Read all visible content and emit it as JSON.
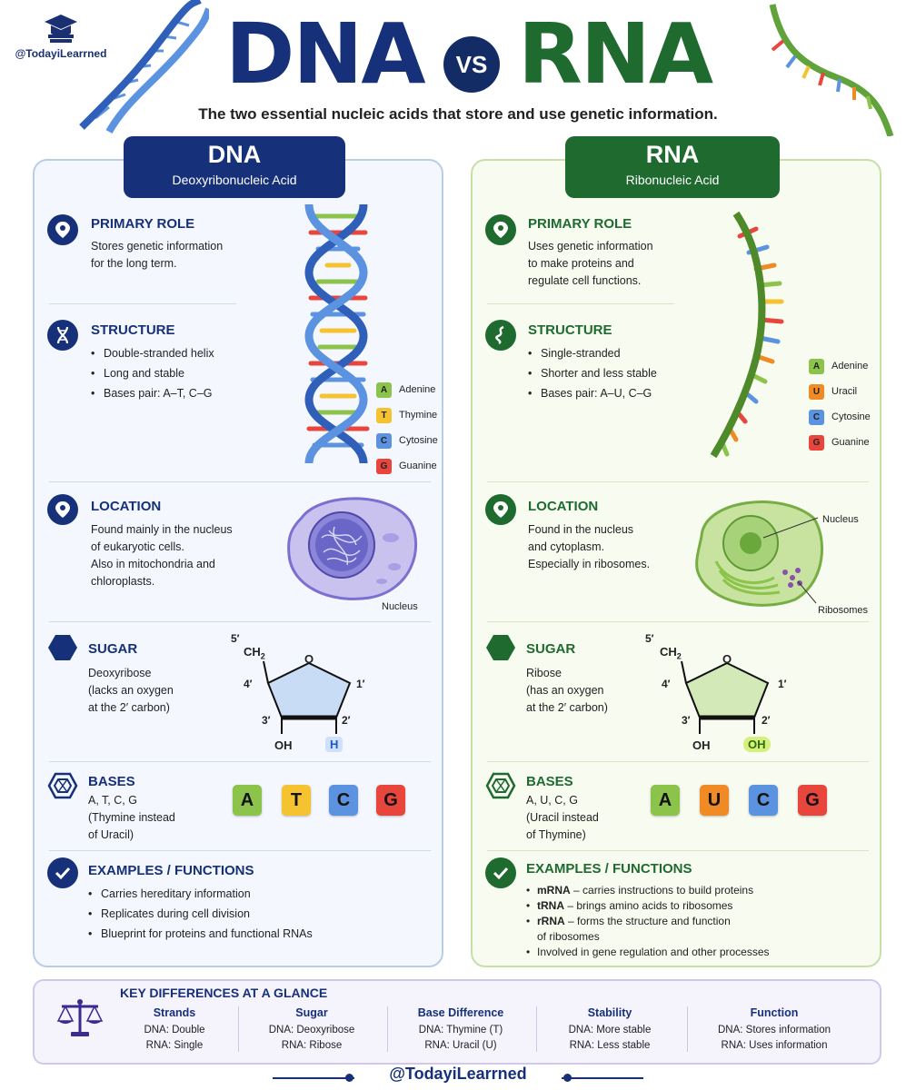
{
  "brand": {
    "handle": "@TodayiLearrned"
  },
  "header": {
    "title_left": "DNA",
    "vs": "VS",
    "title_right": "RNA",
    "subtitle": "The two essential nucleic acids that store and use genetic information."
  },
  "dna": {
    "title": "DNA",
    "subtitle": "Deoxyribonucleic Acid",
    "primary_role": {
      "heading": "PRIMARY ROLE",
      "text": [
        "Stores genetic information",
        "for the long term."
      ]
    },
    "structure": {
      "heading": "STRUCTURE",
      "bullets": [
        "Double-stranded helix",
        "Long and stable",
        "Bases pair: A–T, C–G"
      ]
    },
    "legend": [
      {
        "letter": "A",
        "name": "Adenine",
        "color": "#8cc34a"
      },
      {
        "letter": "T",
        "name": "Thymine",
        "color": "#f5c230"
      },
      {
        "letter": "C",
        "name": "Cytosine",
        "color": "#5b93e0"
      },
      {
        "letter": "G",
        "name": "Guanine",
        "color": "#e8453c"
      }
    ],
    "location": {
      "heading": "LOCATION",
      "text": [
        "Found mainly in the nucleus",
        "of eukaryotic cells.",
        "Also in mitochondria and",
        "chloroplasts."
      ],
      "cell_label": "Nucleus"
    },
    "sugar": {
      "heading": "SUGAR",
      "text": [
        "Deoxyribose",
        "(lacks an oxygen",
        "at the 2′ carbon)"
      ],
      "labels": {
        "c5": "5′",
        "ch2": "CH",
        "sub": "2",
        "o": "O",
        "c4": "4′",
        "c1": "1′",
        "c3": "3′",
        "c2": "2′",
        "oh": "OH",
        "h": "H"
      }
    },
    "bases": {
      "heading": "BASES",
      "text": [
        "A, T, C, G",
        "(Thymine instead",
        "of Uracil)"
      ],
      "tiles": [
        {
          "letter": "A",
          "color": "#8cc34a"
        },
        {
          "letter": "T",
          "color": "#f5c230"
        },
        {
          "letter": "C",
          "color": "#5b93e0"
        },
        {
          "letter": "G",
          "color": "#e8453c"
        }
      ]
    },
    "examples": {
      "heading": "EXAMPLES / FUNCTIONS",
      "bullets": [
        "Carries hereditary information",
        "Replicates during cell division",
        "Blueprint for proteins and functional RNAs"
      ]
    }
  },
  "rna": {
    "title": "RNA",
    "subtitle": "Ribonucleic Acid",
    "primary_role": {
      "heading": "PRIMARY ROLE",
      "text": [
        "Uses genetic information",
        "to make proteins and",
        "regulate cell functions."
      ]
    },
    "structure": {
      "heading": "STRUCTURE",
      "bullets": [
        "Single-stranded",
        "Shorter and less stable",
        "Bases pair: A–U, C–G"
      ]
    },
    "legend": [
      {
        "letter": "A",
        "name": "Adenine",
        "color": "#8cc34a"
      },
      {
        "letter": "U",
        "name": "Uracil",
        "color": "#f08a24"
      },
      {
        "letter": "C",
        "name": "Cytosine",
        "color": "#5b93e0"
      },
      {
        "letter": "G",
        "name": "Guanine",
        "color": "#e8453c"
      }
    ],
    "location": {
      "heading": "LOCATION",
      "text": [
        "Found in the nucleus",
        "and cytoplasm.",
        "Especially in ribosomes."
      ],
      "nucleus_label": "Nucleus",
      "ribosome_label": "Ribosomes"
    },
    "sugar": {
      "heading": "SUGAR",
      "text": [
        "Ribose",
        "(has an oxygen",
        "at the 2′ carbon)"
      ],
      "labels": {
        "c5": "5′",
        "ch2": "CH",
        "sub": "2",
        "o": "O",
        "c4": "4′",
        "c1": "1′",
        "c3": "3′",
        "c2": "2′",
        "oh": "OH",
        "oh2": "OH"
      }
    },
    "bases": {
      "heading": "BASES",
      "text": [
        "A, U, C, G",
        "(Uracil instead",
        "of Thymine)"
      ],
      "tiles": [
        {
          "letter": "A",
          "color": "#8cc34a"
        },
        {
          "letter": "U",
          "color": "#f08a24"
        },
        {
          "letter": "C",
          "color": "#5b93e0"
        },
        {
          "letter": "G",
          "color": "#e8453c"
        }
      ]
    },
    "examples": {
      "heading": "EXAMPLES / FUNCTIONS",
      "items": [
        {
          "bold": "mRNA",
          "rest": " – carries instructions to build proteins"
        },
        {
          "bold": "tRNA",
          "rest": " – brings amino acids to ribosomes"
        },
        {
          "bold": "rRNA",
          "rest": " – forms the structure and function"
        },
        {
          "bold": "",
          "rest": "of ribosomes"
        },
        {
          "bold": "",
          "rest": "Involved in gene regulation and other processes"
        }
      ]
    }
  },
  "key_differences": {
    "title": "KEY DIFFERENCES AT A GLANCE",
    "columns": [
      {
        "heading": "Strands",
        "dna": "DNA: Double",
        "rna": "RNA: Single"
      },
      {
        "heading": "Sugar",
        "dna": "DNA: Deoxyribose",
        "rna": "RNA: Ribose"
      },
      {
        "heading": "Base Difference",
        "dna": "DNA: Thymine (T)",
        "rna": "RNA: Uracil (U)"
      },
      {
        "heading": "Stability",
        "dna": "DNA: More stable",
        "rna": "RNA: Less stable"
      },
      {
        "heading": "Function",
        "dna": "DNA: Stores information",
        "rna": "RNA: Uses information"
      }
    ]
  },
  "footer": {
    "handle": "@TodayiLearrned"
  }
}
